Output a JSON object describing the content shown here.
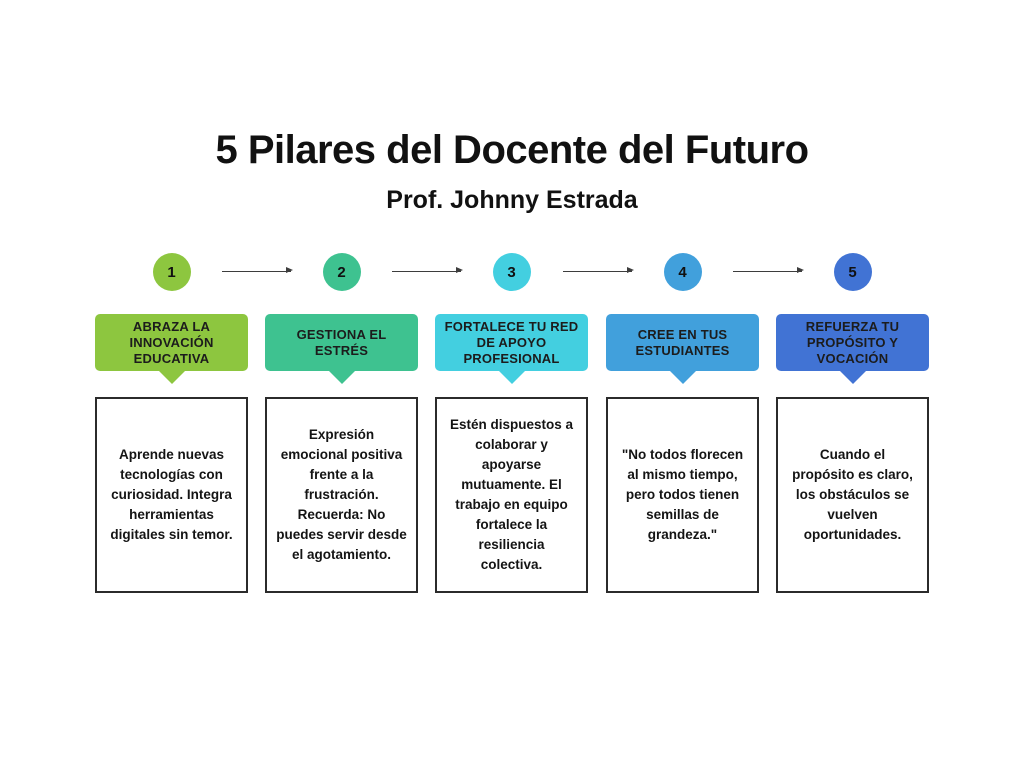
{
  "title": "5 Pilares del Docente del Futuro",
  "subtitle": "Prof. Johnny Estrada",
  "pillars": [
    {
      "number": "1",
      "color": "#8dc63f",
      "heading": "ABRAZA LA INNOVACIÓN EDUCATIVA",
      "body": "Aprende nuevas tecnologías con curiosidad. Integra herramientas digitales sin temor."
    },
    {
      "number": "2",
      "color": "#3ec290",
      "heading": "GESTIONA EL ESTRÉS",
      "body": "Expresión emocional positiva frente a la frustración. Recuerda: No puedes servir desde el agotamiento."
    },
    {
      "number": "3",
      "color": "#43cfe0",
      "heading": "FORTALECE TU RED DE APOYO PROFESIONAL",
      "body": "Estén dispuestos a colaborar y apoyarse mutuamente. El trabajo en equipo fortalece la resiliencia colectiva."
    },
    {
      "number": "4",
      "color": "#41a0dc",
      "heading": "CREE EN TUS ESTUDIANTES",
      "body": "\"No todos florecen al mismo tiempo, pero todos tienen semillas de grandeza.\""
    },
    {
      "number": "5",
      "color": "#4173d4",
      "heading": "REFUERZA TU PROPÓSITO Y VOCACIÓN",
      "body": "Cuando el propósito es claro, los obstáculos se vuelven oportunidades."
    }
  ]
}
